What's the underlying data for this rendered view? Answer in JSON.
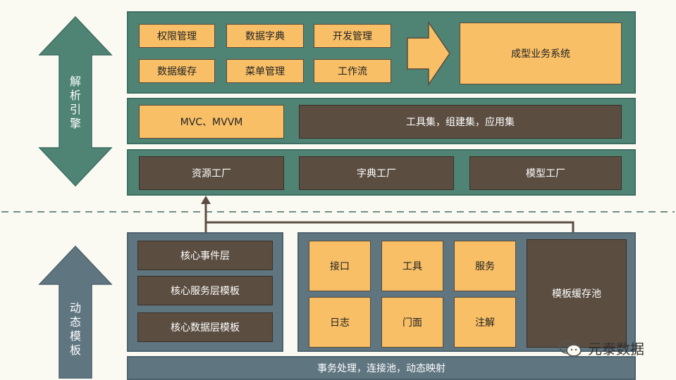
{
  "left_arrows": {
    "top_label": "解析引擎",
    "bottom_label": "动态模板"
  },
  "top_panel": {
    "left_boxes": [
      "权限管理",
      "数据字典",
      "开发管理",
      "数据缓存",
      "菜单管理",
      "工作流"
    ],
    "result_box": "成型业务系统"
  },
  "mid_panel": {
    "mvc_box": "MVC、MVVM",
    "toolset_box": "工具集，组建集，应用集"
  },
  "factory_panel": {
    "boxes": [
      "资源工厂",
      "字典工厂",
      "模型工厂"
    ]
  },
  "core_panel": {
    "boxes": [
      "核心事件层",
      "核心服务层模板",
      "核心数据层模板"
    ]
  },
  "module_panel": {
    "grid": [
      "接口",
      "工具",
      "服务",
      "日志",
      "门面",
      "注解"
    ],
    "cache_box": "模板缓存池"
  },
  "bottom_bar": "事务处理，连接池，动态映射",
  "watermark": "元泰数据",
  "colors": {
    "panel_green": "#4f8374",
    "panel_slate": "#5f7580",
    "box_orange": "#f8bf66",
    "box_dark": "#5b4e41"
  }
}
